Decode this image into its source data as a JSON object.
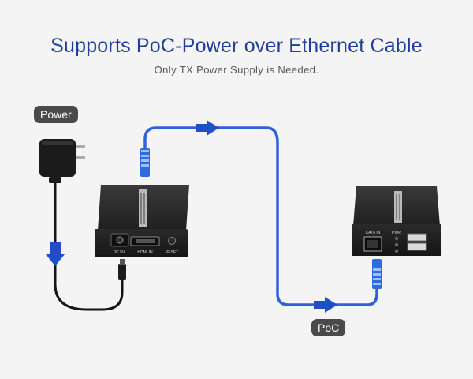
{
  "header": {
    "title": "Supports PoC-Power over Ethernet Cable",
    "subtitle": "Only TX Power Supply is Needed."
  },
  "labels": {
    "power": "Power",
    "poc": "PoC"
  },
  "tx_ports": {
    "dc": "DC 5V",
    "hdmi": "HDMI IN",
    "reset": "RESET"
  },
  "rx_ports": {
    "cat": "CAT6 IN",
    "pwr": "PWR"
  },
  "colors": {
    "title": "#1f3f9a",
    "cable": "#2f62d8",
    "device": "#2b2b2b",
    "tag": "#4a4a4a"
  }
}
